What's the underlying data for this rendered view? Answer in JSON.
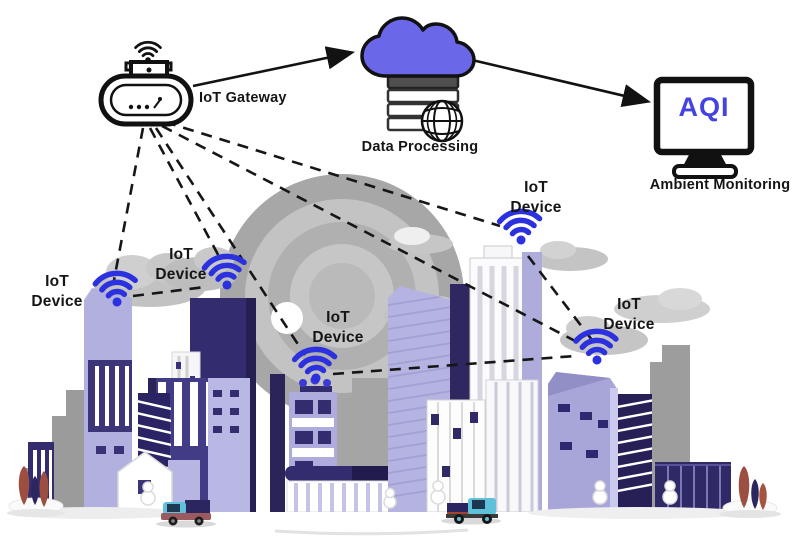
{
  "diagram": {
    "gateway": {
      "label": "IoT Gateway"
    },
    "processing": {
      "label": "Data Processing"
    },
    "monitoring": {
      "label": "Ambient Monitoring",
      "screen_text": "AQI"
    },
    "devices": [
      {
        "label": "IoT Device"
      },
      {
        "label": "IoT Device"
      },
      {
        "label": "IoT Device"
      },
      {
        "label": "IoT Device"
      },
      {
        "label": "IoT Device"
      }
    ],
    "connections": {
      "solid_arrows": [
        "IoT Gateway to Data Processing",
        "Data Processing to Ambient Monitoring"
      ],
      "dashed_links": [
        "IoT Gateway to each IoT Device",
        "IoT Device mesh links"
      ]
    },
    "colors": {
      "wifi_blue": "#2b31df",
      "cloud_fill": "#6b67e9",
      "aqi_blue": "#4443e2",
      "line_black": "#161616",
      "building_dark_indigo": "#332c6e",
      "building_periwinkle": "#aeacdc",
      "building_gray": "#a5a5a5",
      "tree_maroon": "#9c4f41",
      "truck_teal": "#5ec1d9"
    }
  }
}
